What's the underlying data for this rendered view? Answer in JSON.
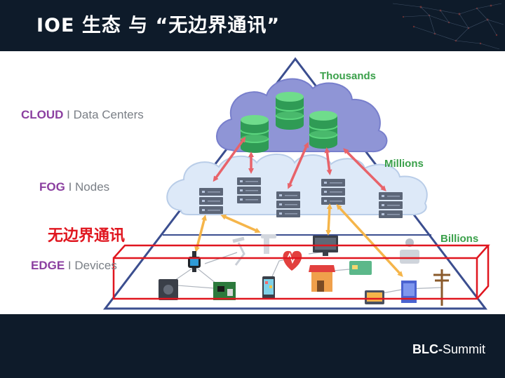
{
  "slide": {
    "title": "IOE 生态 与 “无边界通讯”",
    "brand_bold": "BLC-",
    "brand_rest": "Summit"
  },
  "layers": {
    "cloud": {
      "key": "CLOUD",
      "sep": " I ",
      "desc": "Data Centers",
      "count": "Thousands"
    },
    "fog": {
      "key": "FOG",
      "sep": " I ",
      "desc": "Nodes",
      "count": "Millions"
    },
    "edge": {
      "key": "EDGE",
      "sep": " I ",
      "desc": "Devices",
      "count": "Billions"
    }
  },
  "annotation": {
    "label": "无边界通讯",
    "color": "#e0161f"
  },
  "colors": {
    "header_bg": "#0e1b2a",
    "layer_key": "#8b3fa0",
    "count": "#3aa04a",
    "pyramid": "#3b4e8f",
    "cloud_to_fog_arrow": "#e8636a",
    "fog_to_edge_arrow": "#f5b54a"
  },
  "icons": [
    "database-icon",
    "server-icon",
    "smartwatch-icon",
    "camera-icon",
    "desk-lamp-icon",
    "faucet-icon",
    "smartphone-icon",
    "heart-rate-icon",
    "monitor-icon",
    "storefront-icon",
    "credit-card-icon",
    "tablet-icon",
    "robot-icon",
    "utility-pole-icon",
    "circuit-board-icon",
    "safe-icon"
  ]
}
